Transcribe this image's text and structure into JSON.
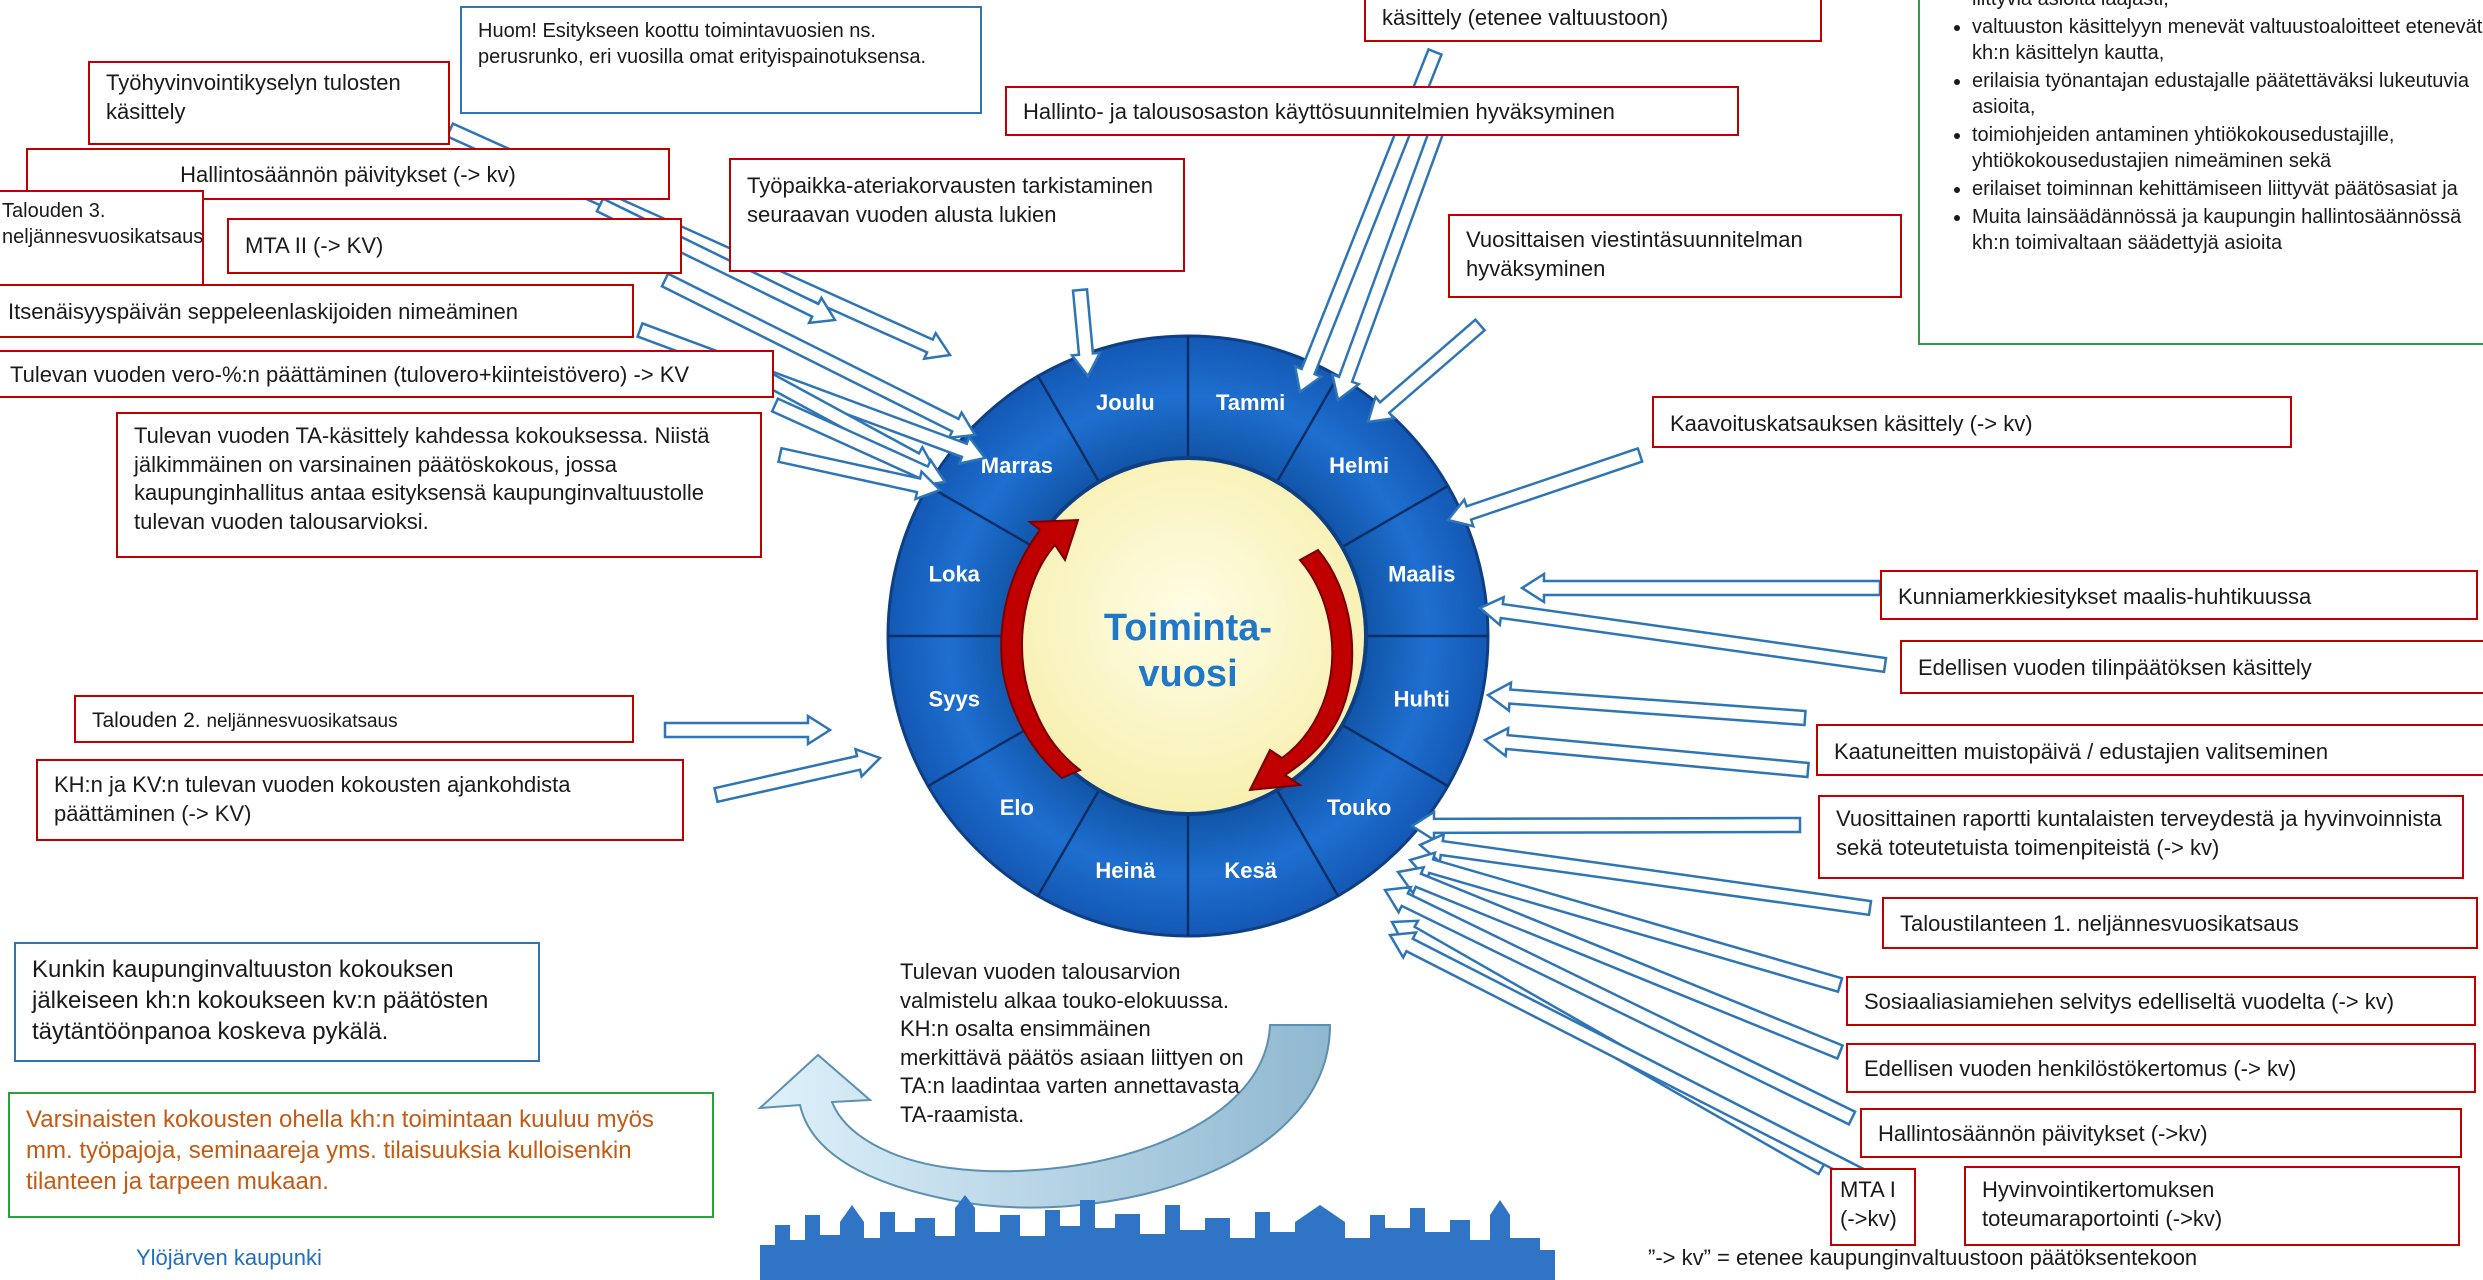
{
  "center": {
    "line1": "Toiminta-",
    "line2": "vuosi"
  },
  "months": [
    "Tammi",
    "Helmi",
    "Maalis",
    "Huhti",
    "Touko",
    "Kesä",
    "Heinä",
    "Elo",
    "Syys",
    "Loka",
    "Marras",
    "Joulu"
  ],
  "notes": {
    "huom": "Huom! Esitykseen koottu toimintavuosien ns. perusrunko, eri vuosilla omat erityispainotuksensa.",
    "ta_budget": "Tulevan vuoden talousarvion valmistelu alkaa touko-elokuussa. KH:n osalta ensimmäinen merkittävä päätös asiaan liittyen on TA:n laadintaa varten annettavasta TA-raamista.",
    "kunkin": "Kunkin kaupunginvaltuuston kokouksen jälkeiseen kh:n kokoukseen kv:n päätösten täytäntöönpanoa koskeva pykälä.",
    "varsinaisten": "Varsinaisten kokousten ohella kh:n toimintaan kuuluu myös mm. työpajoja, seminaareja yms. tilaisuuksia kulloisenkin tilanteen ja tarpeen mukaan.",
    "footer_left": "Ylöjärven kaupunki",
    "footer_right": "”-> kv” = etenee kaupunginvaltuustoon päätöksentekoon"
  },
  "left_boxes": {
    "tyohyvinvointi": "Työhyvinvointikyselyn tulosten käsittely",
    "hallintosaanto1": "Hallintosäännön päivitykset (-> kv)",
    "talouden3": "Talouden 3. neljännesvuosikatsaus",
    "mta2": "MTA II (-> KV)",
    "itsenaisyys": "Itsenäisyyspäivän seppeleenlaskijoiden nimeäminen",
    "vero": "Tulevan vuoden vero-%:n päättäminen (tulovero+kiinteistövero) -> KV",
    "ta_kasittely": "Tulevan vuoden TA-käsittely kahdessa kokouksessa. Niistä jälkimmäinen on varsinainen päätöskokous, jossa kaupunginhallitus antaa esityksensä kaupunginvaltuustolle tulevan vuoden talousarvioksi.",
    "talouden2_a": "Talouden 2.",
    "talouden2_b": "neljännesvuosikatsaus",
    "kokousten": "KH:n ja KV:n tulevan vuoden kokousten ajankohdista päättäminen  (-> KV)"
  },
  "top_boxes": {
    "tyopaikka": "Työpaikka-ateriakorvausten tarkistaminen seuraavan vuoden alusta lukien",
    "hallinto_talous": "Hallinto- ja talousosaston käyttösuunnitelmien hyväksyminen",
    "kasittely": "käsittely (etenee valtuustoon)",
    "viestinta": "Vuosittaisen viestintäsuunnitelman hyväksyminen"
  },
  "green_list": {
    "items": [
      "liittyviä asioita laajasti,",
      "valtuuston käsittelyyn menevät valtuustoaloitteet etenevät kh:n käsittelyn kautta,",
      "erilaisia työnantajan edustajalle päätettäväksi lukeutuvia asioita,",
      "toimiohjeiden antaminen yhtiökokousedustajille, yhtiökokousedustajien nimeäminen sekä",
      "erilaiset toiminnan kehittämiseen liittyvät päätösasiat ja",
      "Muita lainsäädännössä ja kaupungin hallintosäännössä kh:n toimivaltaan säädettyjä asioita"
    ]
  },
  "right_boxes": {
    "kaavoitus": "Kaavoituskatsauksen käsittely (-> kv)",
    "kunniamerkki": "Kunniamerkkiesitykset maalis-huhtikuussa",
    "tilinpaatos": "Edellisen vuoden tilinpäätöksen käsittely",
    "kaatuneitten": "Kaatuneitten muistopäivä / edustajien valitseminen",
    "terveys": "Vuosittainen raportti kuntalaisten terveydestä ja hyvinvoinnista sekä toteutetuista toimenpiteistä (-> kv)",
    "taloustilanne": "Taloustilanteen 1. neljännesvuosikatsaus",
    "sosiaaliasiamies": "Sosiaaliasiamiehen selvitys  edelliseltä vuodelta (-> kv)",
    "henkilosto": "Edellisen vuoden henkilöstökertomus (-> kv)",
    "hallintosaanto2": "Hallintosäännön päivitykset (->kv)",
    "mta1_a": "MTA I",
    "mta1_b": "(->kv)",
    "hyvinvointi_a": "Hyvinvointikertomuksen",
    "hyvinvointi_b": "toteumaraportointi (->kv)"
  },
  "colors": {
    "box_red": "#c00000",
    "box_blue": "#2e75b6",
    "box_green": "#2e9e3e",
    "wheel_blue": "#1565c0",
    "center_fill": "#fffbd0",
    "center_text": "#1f78c8",
    "orange_text": "#c55a11"
  }
}
